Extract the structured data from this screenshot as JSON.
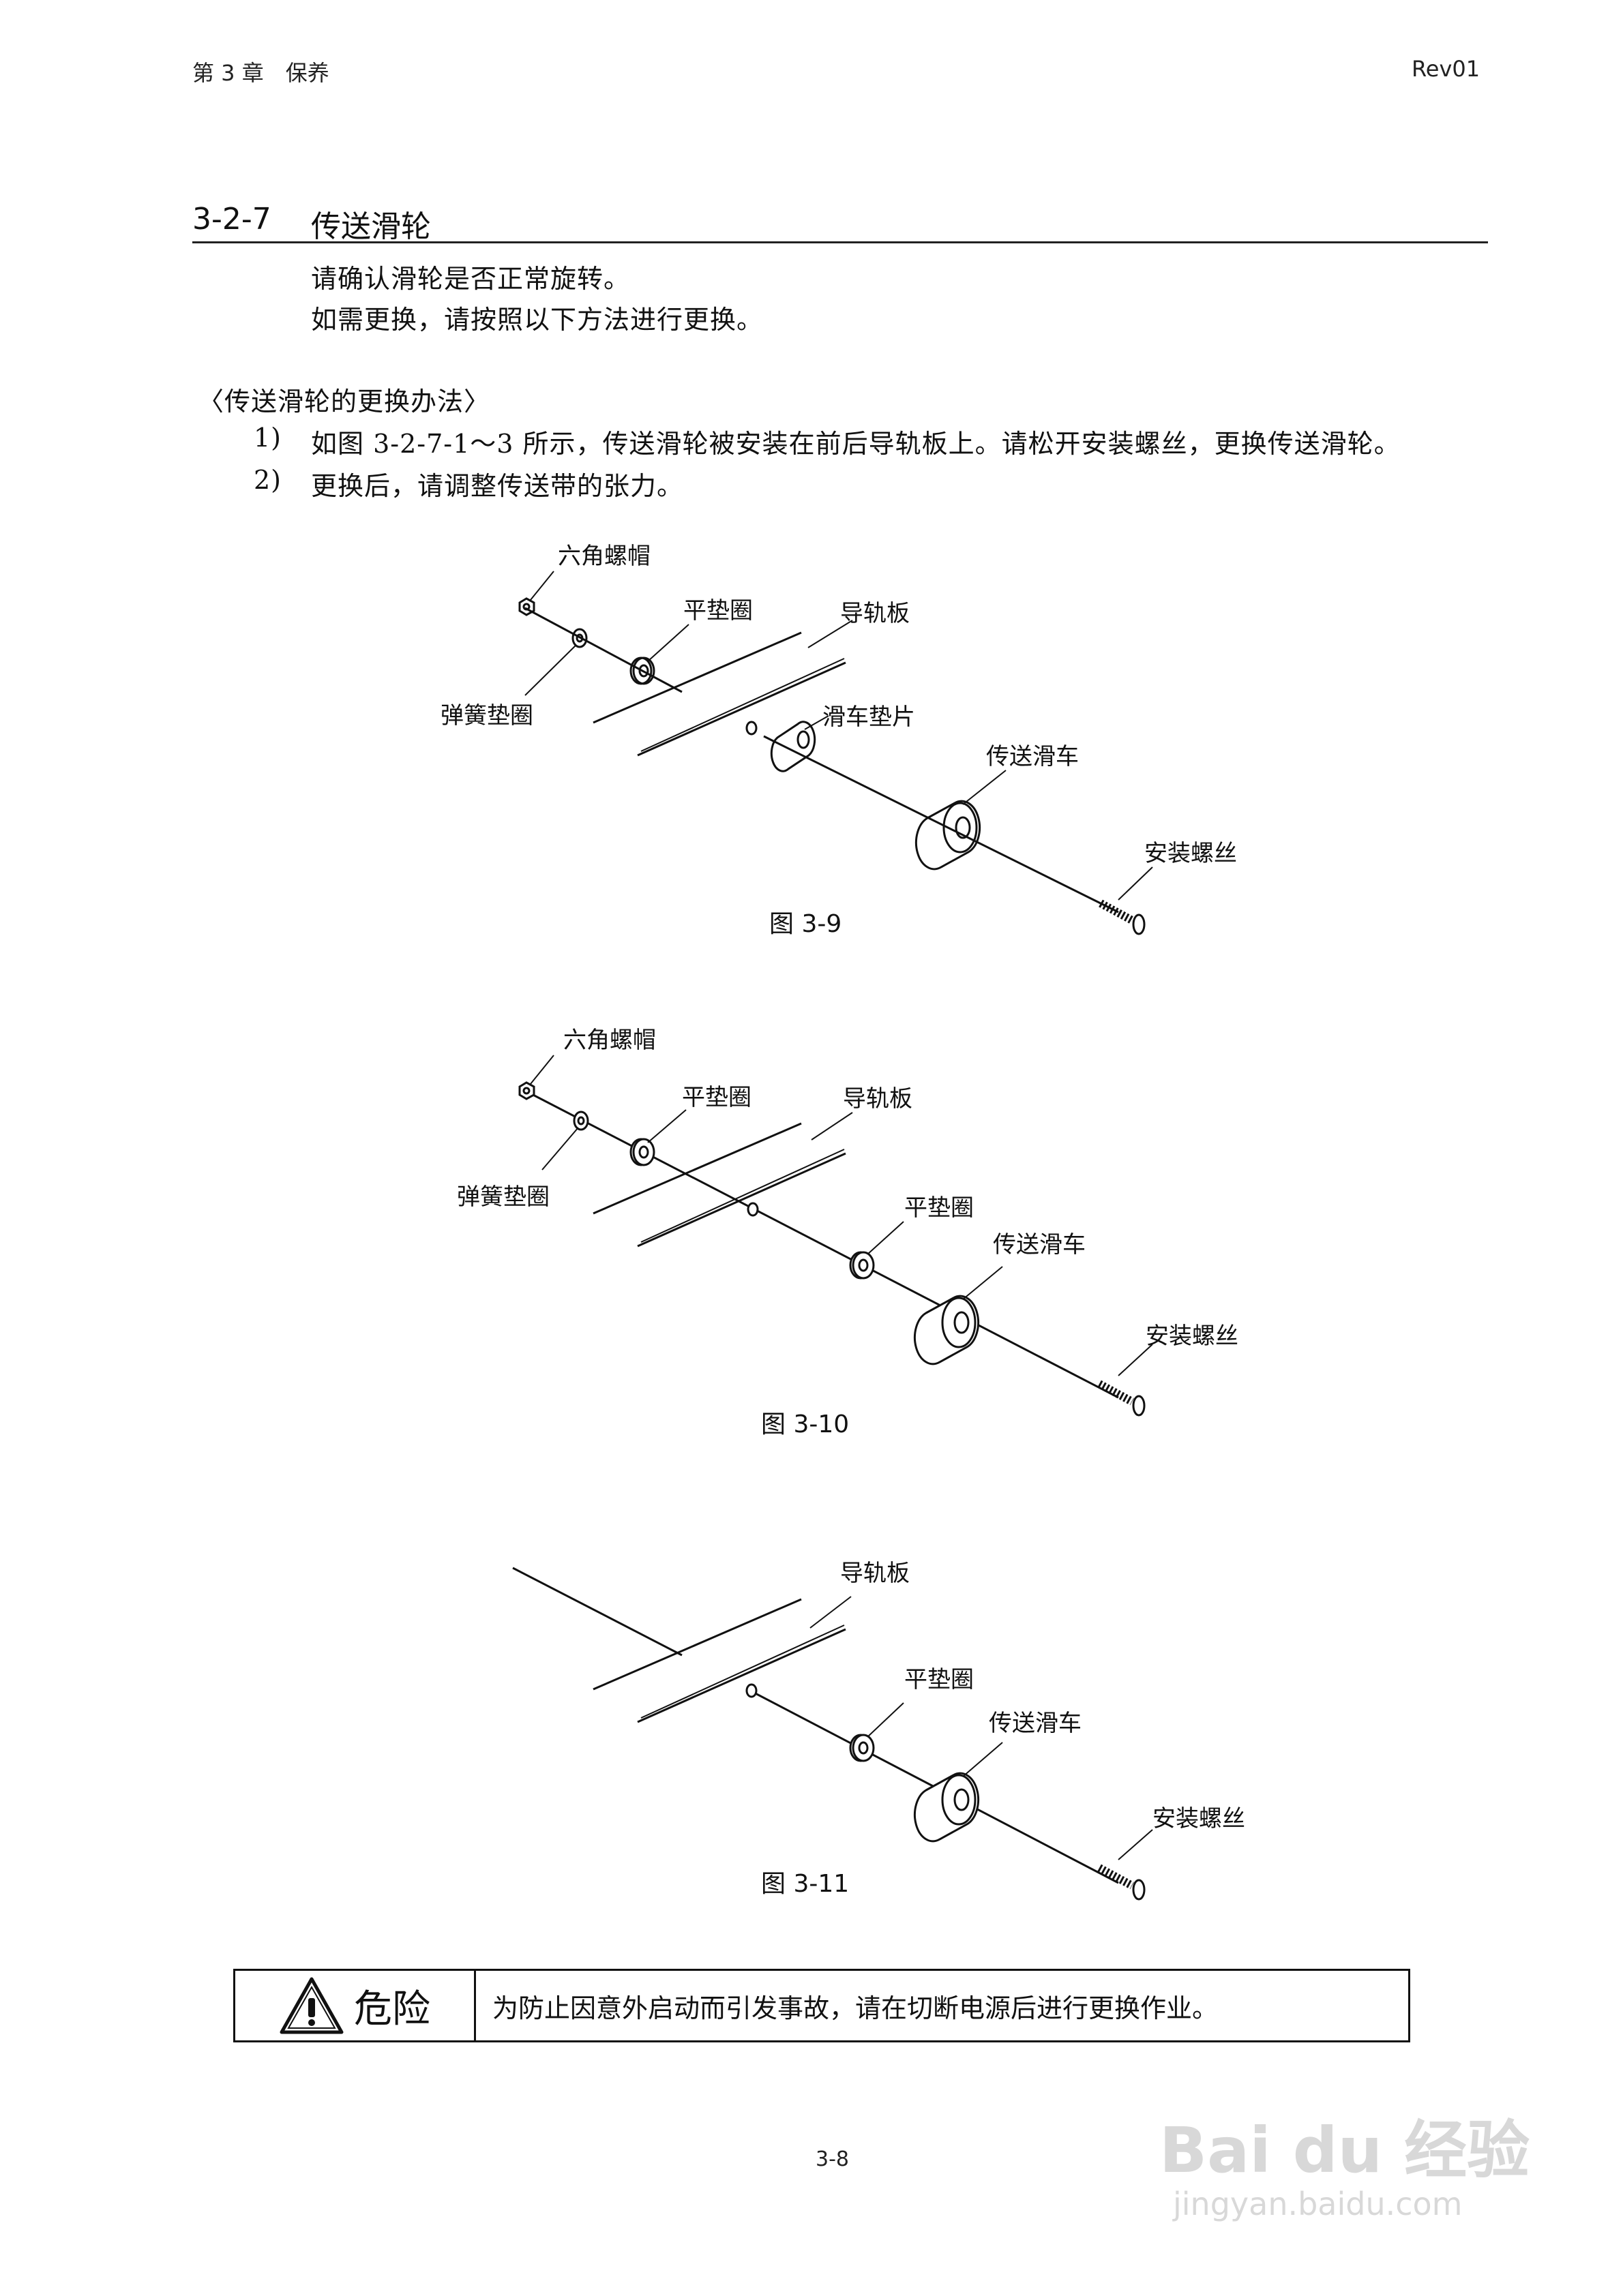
{
  "header": {
    "chapter": "第 3 章　保养",
    "revision": "Rev01"
  },
  "section": {
    "number": "3-2-7",
    "title": "传送滑轮",
    "intro": [
      "请确认滑轮是否正常旋转。",
      "如需更换，请按照以下方法进行更换。"
    ]
  },
  "method": {
    "heading": "〈传送滑轮的更换办法〉",
    "steps": [
      {
        "num": "1)",
        "text": "如图 3-2-7-1～3 所示，传送滑轮被安装在前后导轨板上。请松开安装螺丝，更换传送滑轮。"
      },
      {
        "num": "2)",
        "text": "更换后，请调整传送带的张力。"
      }
    ]
  },
  "figures": [
    {
      "caption": "图 3-9",
      "labels": {
        "hex_nut": "六角螺帽",
        "flat_washer": "平垫圈",
        "guide_plate": "导轨板",
        "spring_washer": "弹簧垫圈",
        "pulley_spacer": "滑车垫片",
        "pulley": "传送滑车",
        "screw": "安装螺丝"
      }
    },
    {
      "caption": "图 3-10",
      "labels": {
        "hex_nut": "六角螺帽",
        "flat_washer": "平垫圈",
        "guide_plate": "导轨板",
        "spring_washer": "弹簧垫圈",
        "flat_washer_2": "平垫圈",
        "pulley": "传送滑车",
        "screw": "安装螺丝"
      }
    },
    {
      "caption": "图 3-11",
      "labels": {
        "guide_plate": "导轨板",
        "flat_washer": "平垫圈",
        "pulley": "传送滑车",
        "screw": "安装螺丝"
      }
    }
  ],
  "warning": {
    "word": "危险",
    "message": "为防止因意外启动而引发事故，请在切断电源后进行更换作业。"
  },
  "footer": {
    "page": "3-8"
  },
  "watermark": {
    "brand": "Bai du 经验",
    "url": "jingyan.baidu.com"
  }
}
